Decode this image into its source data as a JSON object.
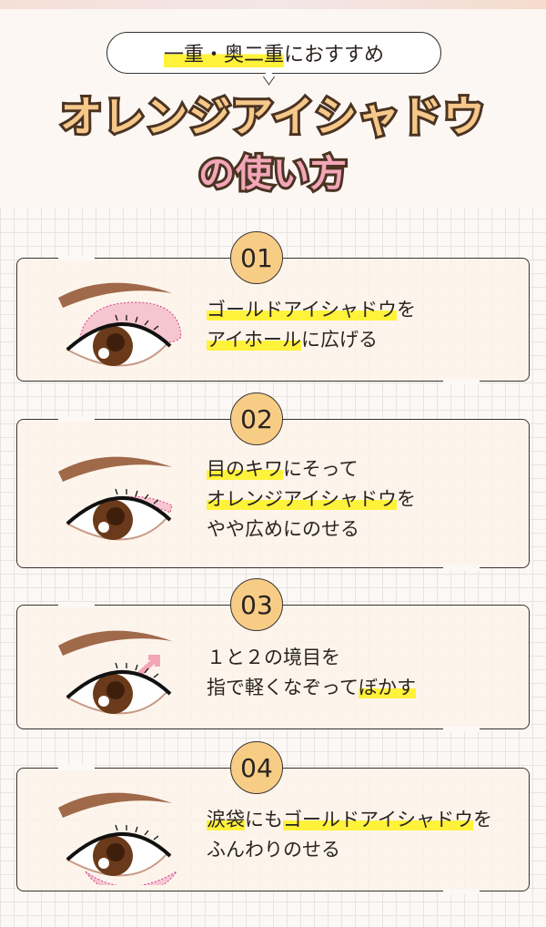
{
  "header": {
    "bubble": [
      {
        "text": "一重・奥二重",
        "hl": true
      },
      {
        "text": "におすすめ",
        "hl": false
      }
    ],
    "title_line1": "オレンジアイシャドウ",
    "title_line2": "の使い方"
  },
  "steps": [
    {
      "number": "01",
      "lines": [
        [
          {
            "text": "ゴールドアイシャドウ",
            "hl": true
          },
          {
            "text": "を",
            "hl": false
          }
        ],
        [
          {
            "text": "アイホール",
            "hl": true
          },
          {
            "text": "に広げる",
            "hl": false
          }
        ]
      ]
    },
    {
      "number": "02",
      "lines": [
        [
          {
            "text": "目のキワ",
            "hl": true
          },
          {
            "text": "にそって",
            "hl": false
          }
        ],
        [
          {
            "text": "オレンジアイシャドウ",
            "hl": true
          },
          {
            "text": "を",
            "hl": false
          }
        ],
        [
          {
            "text": "やや広めにのせる",
            "hl": false
          }
        ]
      ]
    },
    {
      "number": "03",
      "lines": [
        [
          {
            "text": "１と２の境目を",
            "hl": false
          }
        ],
        [
          {
            "text": "指で軽くなぞって",
            "hl": false
          },
          {
            "text": "ぼかす",
            "hl": true
          }
        ]
      ]
    },
    {
      "number": "04",
      "lines": [
        [
          {
            "text": "涙袋",
            "hl": true
          },
          {
            "text": "にも",
            "hl": false
          },
          {
            "text": "ゴールドアイシャドウ",
            "hl": true
          },
          {
            "text": "を",
            "hl": false
          }
        ],
        [
          {
            "text": "ふんわりのせる",
            "hl": false
          }
        ]
      ]
    }
  ],
  "colors": {
    "highlight": "#fff23a",
    "number_circle": "#f7cd86",
    "title_orange": "#f6c88a",
    "title_pink": "#f2a6b8",
    "brow": "#a0694a",
    "shadow_pink": "#f6c6d0"
  }
}
